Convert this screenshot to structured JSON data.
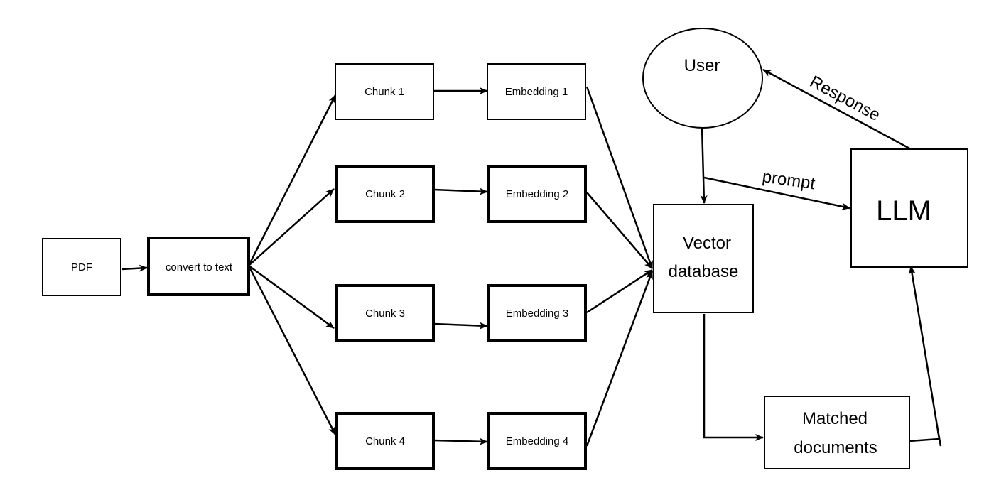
{
  "nodes": {
    "pdf": "PDF",
    "convert": "convert to text",
    "chunk1": "Chunk 1",
    "chunk2": "Chunk 2",
    "chunk3": "Chunk 3",
    "chunk4": "Chunk 4",
    "embedding1": "Embedding 1",
    "embedding2": "Embedding 2",
    "embedding3": "Embedding 3",
    "embedding4": "Embedding 4",
    "vector_line1": "Vector",
    "vector_line2": "database",
    "user": "User",
    "llm": "LLM",
    "matched_line1": "Matched",
    "matched_line2": "documents"
  },
  "edges": {
    "response": "Response",
    "prompt": "prompt"
  }
}
